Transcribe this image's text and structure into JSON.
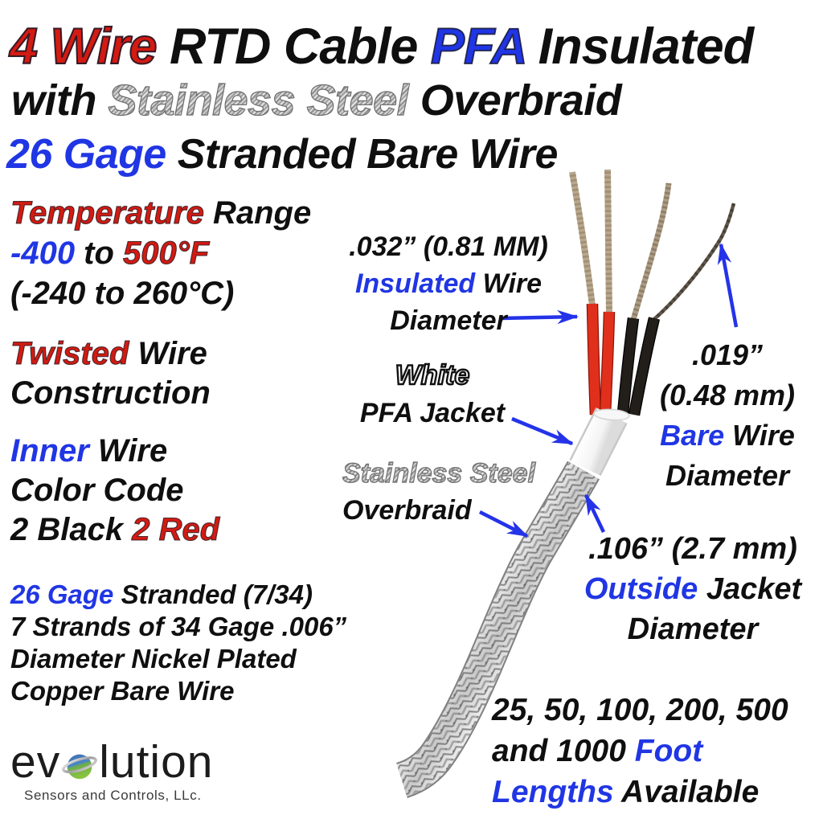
{
  "palette": {
    "red": "#d21b12",
    "blue": "#2036e4",
    "black": "#0f0f0f",
    "steel": "#a8a8a8",
    "arrow": "#2433e8",
    "wire_red": "#e0301c",
    "wire_black": "#1c1916",
    "bare_tan": "#b7a78e",
    "braid_silver": "#cbcbcb",
    "jacket_white": "#ffffff",
    "globe_blue": "#4479bd",
    "globe_green": "#8dc63f"
  },
  "title": {
    "l1": [
      {
        "t": "4 Wire ",
        "c": "red"
      },
      {
        "t": "RTD Cable ",
        "c": "black"
      },
      {
        "t": "PFA",
        "c": "blue"
      },
      {
        "t": " Insulated",
        "c": "black"
      }
    ],
    "l2": [
      {
        "t": "with ",
        "c": "black"
      },
      {
        "t": "Stainless Steel",
        "c": "steel"
      },
      {
        "t": " Overbraid",
        "c": "black"
      }
    ],
    "l3": [
      {
        "t": "26 Gage",
        "c": "blue"
      },
      {
        "t": " Stranded Bare Wire",
        "c": "black"
      }
    ]
  },
  "specs": {
    "temperature": {
      "lines": [
        [
          {
            "t": "Temperature",
            "c": "red"
          },
          {
            "t": " Range",
            "c": "black"
          }
        ],
        [
          {
            "t": "-400",
            "c": "blue"
          },
          {
            "t": " to ",
            "c": "black"
          },
          {
            "t": "500°F",
            "c": "red"
          }
        ],
        [
          {
            "t": "(-240 to 260°C)",
            "c": "black"
          }
        ]
      ]
    },
    "construction": {
      "lines": [
        [
          {
            "t": "Twisted",
            "c": "red"
          },
          {
            "t": " Wire",
            "c": "black"
          }
        ],
        [
          {
            "t": "Construction",
            "c": "black"
          }
        ]
      ]
    },
    "color_code": {
      "lines": [
        [
          {
            "t": "Inner",
            "c": "blue"
          },
          {
            "t": " Wire",
            "c": "black"
          }
        ],
        [
          {
            "t": "Color Code",
            "c": "black"
          }
        ],
        [
          {
            "t": "2 Black ",
            "c": "black"
          },
          {
            "t": "2 Red",
            "c": "red"
          }
        ]
      ]
    },
    "strands": {
      "lines": [
        [
          {
            "t": "26 Gage",
            "c": "blue"
          },
          {
            "t": " Stranded (7/34)",
            "c": "black"
          }
        ],
        [
          {
            "t": "7 Strands of 34 Gage .006”",
            "c": "black"
          }
        ],
        [
          {
            "t": "Diameter Nickel Plated",
            "c": "black"
          }
        ],
        [
          {
            "t": "Copper Bare Wire",
            "c": "black"
          }
        ]
      ]
    }
  },
  "annotations": {
    "insulated": {
      "lines": [
        [
          {
            "t": ".032” (0.81 MM)",
            "c": "black"
          }
        ],
        [
          {
            "t": "Insulated",
            "c": "blue"
          },
          {
            "t": " Wire",
            "c": "black"
          }
        ],
        [
          {
            "t": "Diameter",
            "c": "black"
          }
        ]
      ]
    },
    "bare": {
      "lines": [
        [
          {
            "t": ".019”",
            "c": "black"
          }
        ],
        [
          {
            "t": "(0.48 mm)",
            "c": "black"
          }
        ],
        [
          {
            "t": "Bare",
            "c": "blue"
          },
          {
            "t": " Wire",
            "c": "black"
          }
        ],
        [
          {
            "t": "Diameter",
            "c": "black"
          }
        ]
      ]
    },
    "jacket": {
      "lines": [
        [
          {
            "t": "White",
            "c": "white"
          }
        ],
        [
          {
            "t": "PFA Jacket",
            "c": "black"
          }
        ]
      ]
    },
    "overbraid": {
      "lines": [
        [
          {
            "t": "Stainless Steel",
            "c": "steel"
          }
        ],
        [
          {
            "t": "Overbraid",
            "c": "black"
          }
        ]
      ]
    },
    "outside": {
      "lines": [
        [
          {
            "t": ".106” (2.7 mm)",
            "c": "black"
          }
        ],
        [
          {
            "t": "Outside",
            "c": "blue"
          },
          {
            "t": " Jacket",
            "c": "black"
          }
        ],
        [
          {
            "t": "Diameter",
            "c": "black"
          }
        ]
      ]
    },
    "lengths": {
      "lines": [
        [
          {
            "t": "25, 50, 100, 200, 500",
            "c": "black"
          }
        ],
        [
          {
            "t": "and 1000 ",
            "c": "black"
          },
          {
            "t": "Foot",
            "c": "blue"
          }
        ],
        [
          {
            "t": "Lengths",
            "c": "blue"
          },
          {
            "t": " Available",
            "c": "black"
          }
        ]
      ]
    }
  },
  "logo": {
    "prefix": "ev",
    "suffix": "lution",
    "tagline": "Sensors and Controls, LLc."
  }
}
